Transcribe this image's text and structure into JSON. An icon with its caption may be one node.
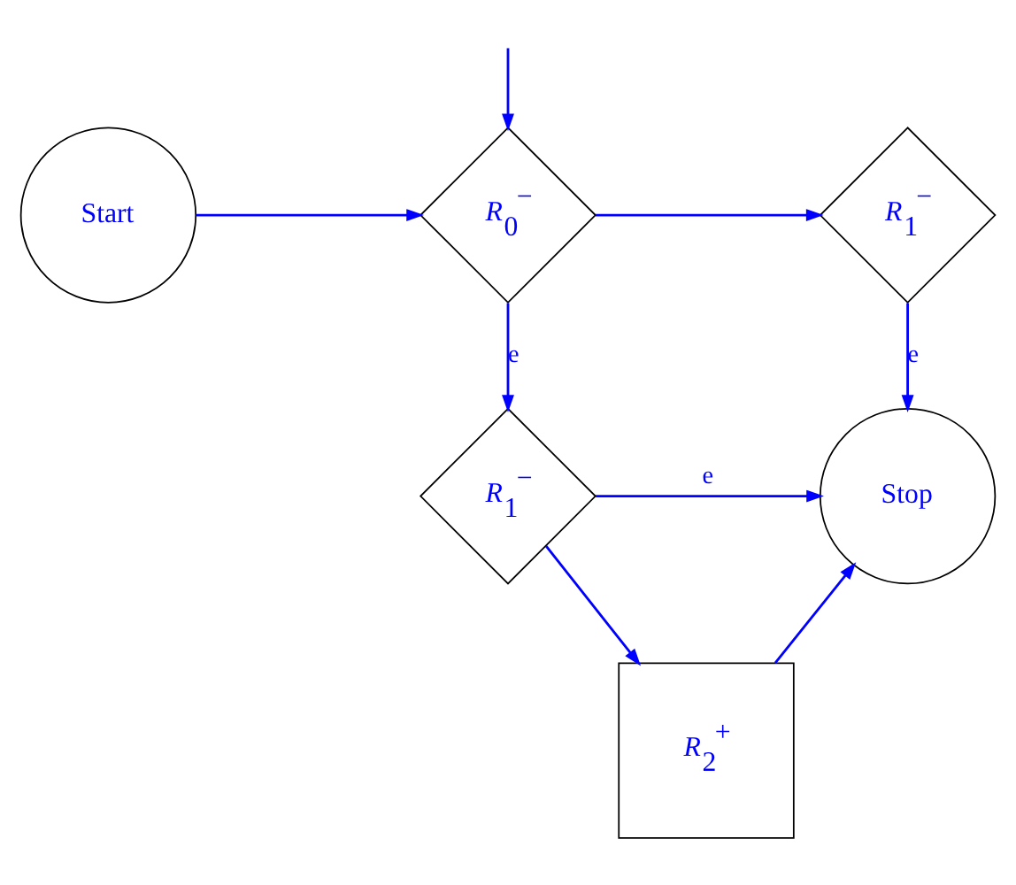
{
  "diagram": {
    "nodes": [
      {
        "text": [
          "Start"
        ]
      },
      {
        "text": [
          "*R*$_{0}$$^{−}$"
        ]
      },
      {
        "text": [
          "*R*$_{1}$$^{−}$"
        ]
      },
      {
        "text": [
          "*R*$_{1}$$^{−}$"
        ]
      },
      {
        "text": [
          "Stop"
        ]
      },
      {
        "text": [
          "*R*$_{2}$$^{+}$"
        ]
      }
    ],
    "edges": [
      {
        "from": 0,
        "to": 1,
        "arrow": "to"
      },
      {
        "from": 1,
        "to": 2,
        "arrow": "to"
      },
      {
        "from": 1,
        "to": 3,
        "arrow": "to",
        "label": "e"
      },
      {
        "from": 2,
        "to": 4,
        "arrow": "to",
        "label": "e"
      },
      {
        "from": 3,
        "to": 4,
        "arrow": "to",
        "label": "e"
      },
      {
        "from": 3,
        "to": 5,
        "arrow": "to"
      },
      {
        "from": 5,
        "to": 4,
        "arrow": "to"
      },
      {
        "from": null,
        "to": 1,
        "arrow": "to"
      }
    ]
  }
}
